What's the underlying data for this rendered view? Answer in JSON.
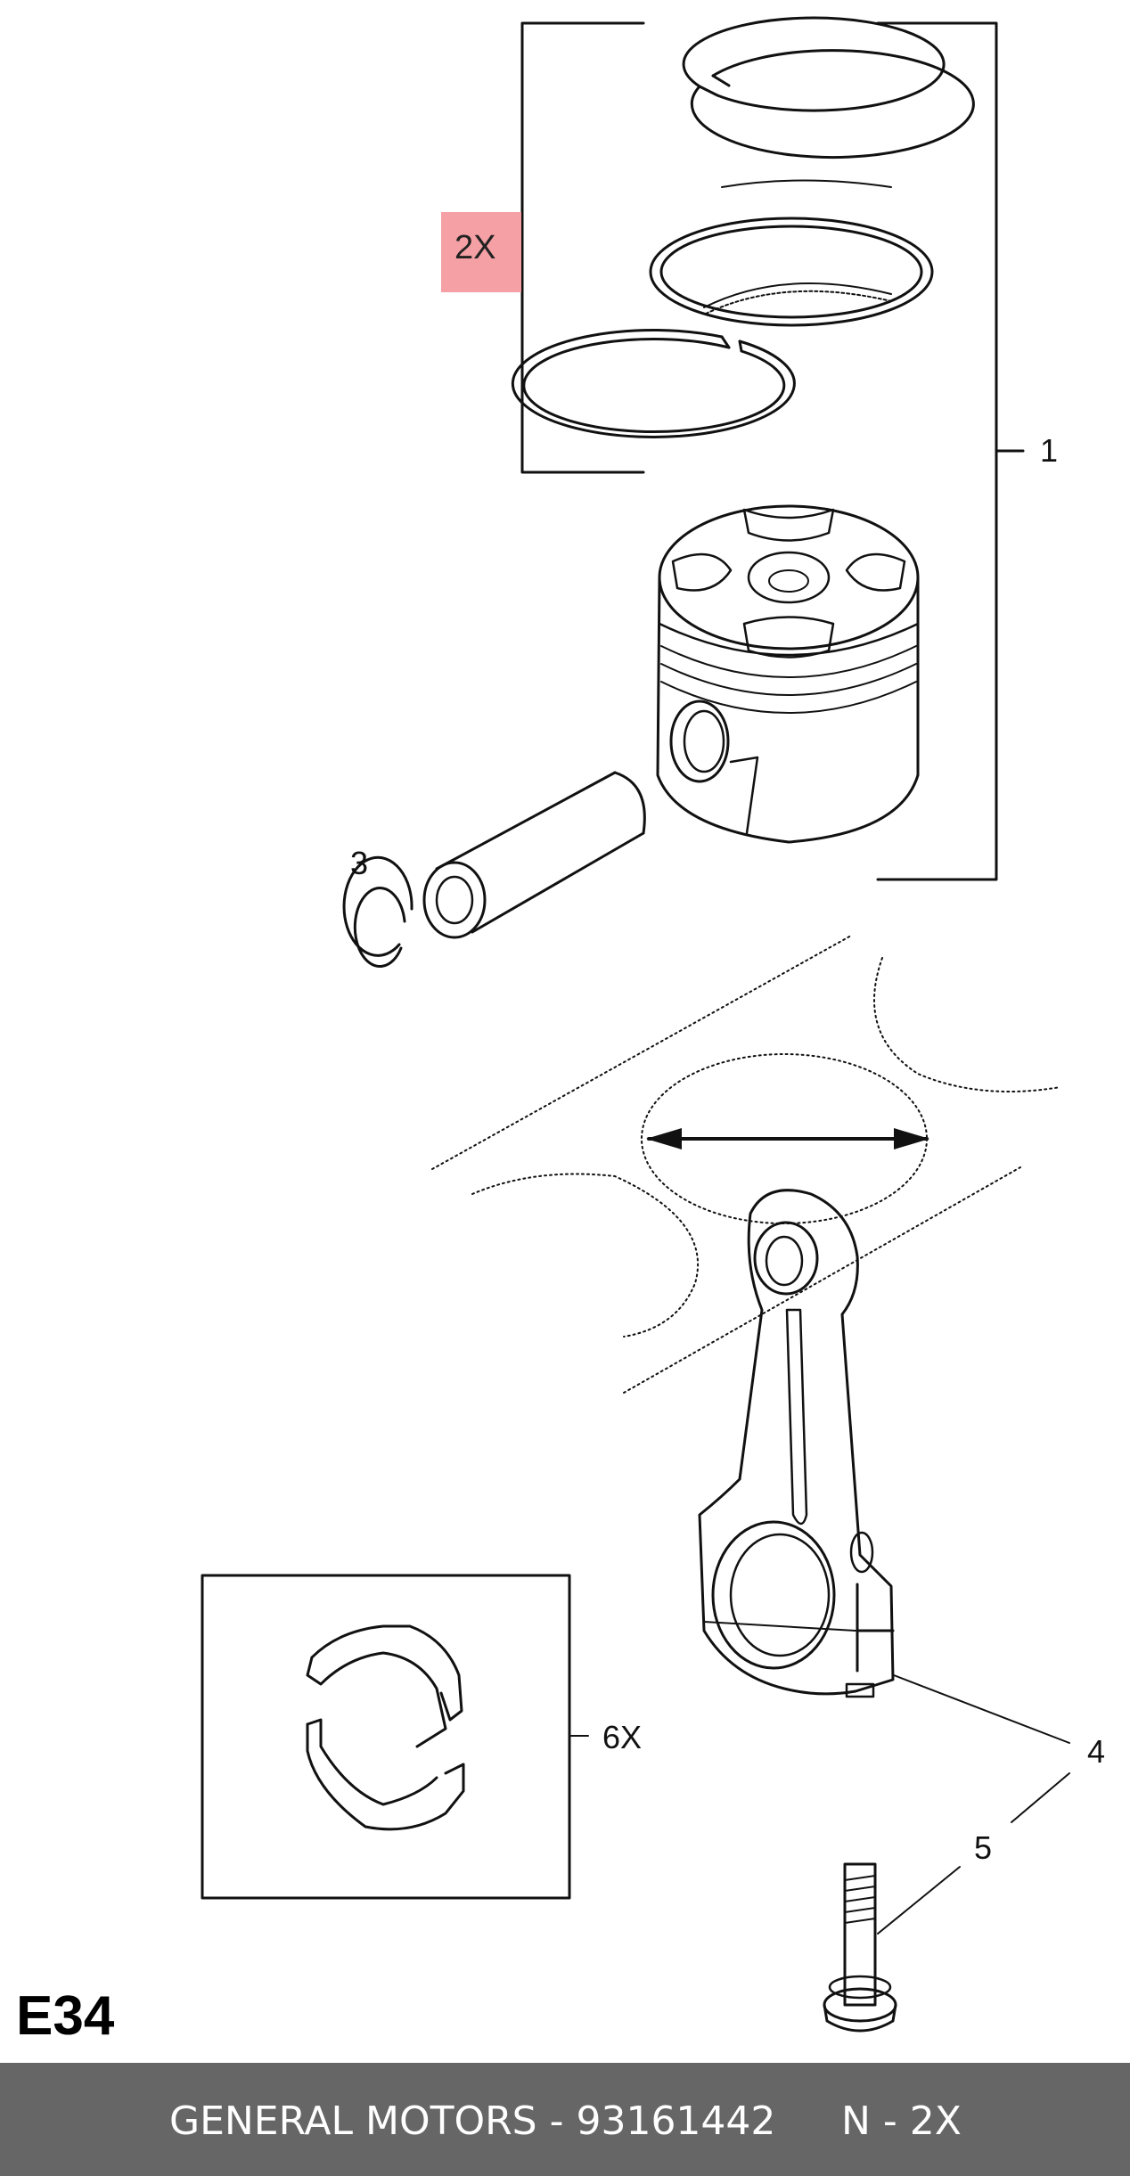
{
  "callouts": {
    "qty_rings": "2X",
    "item_1": "1",
    "item_3": "3",
    "item_4": "4",
    "item_5": "5",
    "qty_bearings": "6X"
  },
  "section_code": "E34",
  "footer": {
    "brand_part": "GENERAL MOTORS - 93161442",
    "note": "N - 2X"
  },
  "colors": {
    "highlight": "#f4a0a4",
    "footer_bg": "#666666",
    "footer_text": "#ffffff",
    "line": "#111111"
  }
}
